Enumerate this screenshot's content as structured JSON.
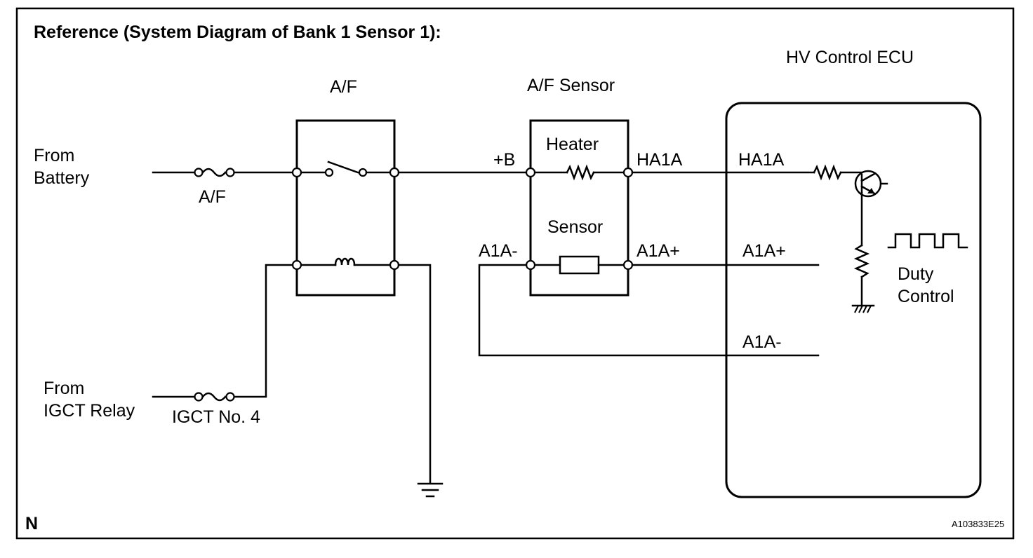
{
  "title": "Reference (System Diagram of Bank 1 Sensor 1):",
  "labels": {
    "from_battery_1": "From",
    "from_battery_2": "Battery",
    "fuse_af": "A/F",
    "relay_af": "A/F",
    "from_igct_1": "From",
    "from_igct_2": "IGCT Relay",
    "fuse_igct": "IGCT No. 4",
    "sensor_title": "A/F Sensor",
    "heater": "Heater",
    "sensor": "Sensor",
    "plus_b": "+B",
    "ha1a_sensor": "HA1A",
    "a1a_minus_sensor": "A1A-",
    "a1a_plus_sensor": "A1A+",
    "ecu_title": "HV Control ECU",
    "ha1a_ecu": "HA1A",
    "a1a_plus_ecu": "A1A+",
    "a1a_minus_ecu": "A1A-",
    "duty_1": "Duty",
    "duty_2": "Control"
  },
  "footer": {
    "left_mark": "N",
    "figure_code": "A103833E25"
  },
  "icons": [
    "fuse-symbol",
    "switch-symbol",
    "relay-coil-symbol",
    "resistor-symbol",
    "transistor-symbol",
    "ground-symbol",
    "pulse-wave-symbol"
  ]
}
